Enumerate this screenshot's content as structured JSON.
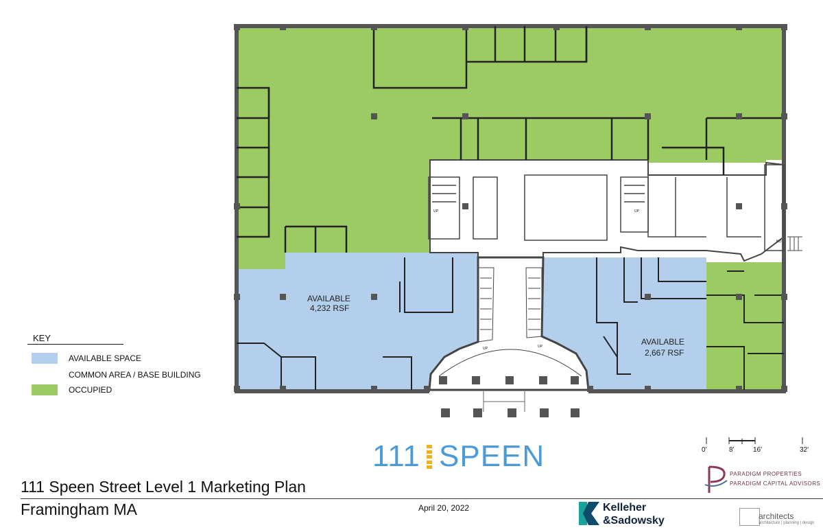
{
  "plan": {
    "title": "111 Speen Street Level 1 Marketing Plan",
    "city": "Framingham MA",
    "date": "April 20, 2022",
    "available_areas": [
      {
        "label": "AVAILABLE",
        "size": "4,232 RSF"
      },
      {
        "label": "AVAILABLE",
        "size": "2,667 RSF"
      }
    ],
    "room_tags": [
      "UP",
      "UP",
      "UP",
      "UP",
      "NO"
    ]
  },
  "key": {
    "title": "KEY",
    "items": [
      {
        "label": "AVAILABLE SPACE",
        "color": "#b3cfec"
      },
      {
        "label": "COMMON AREA / BASE BUILDING",
        "color": "#ffffff"
      },
      {
        "label": "OCCUPIED",
        "color": "#9ccb63"
      }
    ]
  },
  "scale": {
    "labels": [
      "0'",
      "8'",
      "16'",
      "32'"
    ]
  },
  "branding": {
    "building_number": "111",
    "building_name": "SPEEN",
    "owner_line1": "PARADIGM PROPERTIES",
    "owner_line2": "PARADIGM CAPITAL ADVISORS",
    "broker_line1": "Kelleher",
    "broker_line2": "&Sadowsky",
    "architect_line1": "architects",
    "architect_line2": "architecture | planning | design"
  },
  "colors": {
    "occupied": "#9ccb63",
    "available": "#b3cfec",
    "common": "#ffffff",
    "wall": "#555555",
    "brand_blue": "#4d9bd6",
    "brand_gold": "#f2b01e"
  }
}
